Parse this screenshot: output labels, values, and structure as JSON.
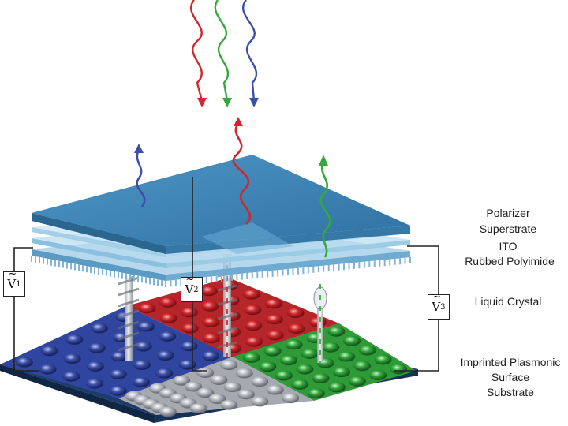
{
  "labels": {
    "polarizer": "Polarizer",
    "superstrate": "Superstrate",
    "ito": "ITO",
    "polyimide": "Rubbed Polyimide",
    "liquid_crystal": "Liquid Crystal",
    "plasmonic_line1": "Imprinted Plasmonic",
    "plasmonic_line2": "Surface",
    "substrate": "Substrate"
  },
  "voltages": [
    {
      "symbol": "V",
      "sub": "1"
    },
    {
      "symbol": "V",
      "sub": "2"
    },
    {
      "symbol": "V",
      "sub": "3"
    }
  ],
  "colors": {
    "red": "#d0282c",
    "green": "#34a83c",
    "blue": "#3c50a8",
    "grey": "#b8bcc2",
    "glass": "#3f86b8",
    "glass_dark": "#2d6890",
    "wire": "#222222"
  }
}
